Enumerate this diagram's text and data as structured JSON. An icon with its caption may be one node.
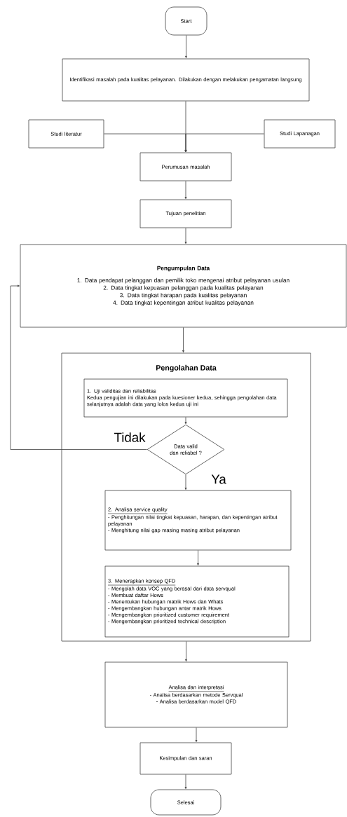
{
  "diagram": {
    "nodes": [
      {
        "text": [
          "Start"
        ]
      },
      {
        "text": [
          "Identifikasi masalah pada kualitas pelayanan. Dilakukan dengan melakukan pengamatan langsung"
        ]
      },
      {
        "text": [
          "Studi literatur"
        ]
      },
      {
        "text": [
          "Studi Lapanagan"
        ]
      },
      {
        "text": [
          "Perumusan masalah"
        ]
      },
      {
        "text": [
          "Tujuan penelitian"
        ]
      },
      {
        "text": [
          "Pengumpulan Data",
          "1. Data pendapat pelanggan dan pemilik toko mengenai atribut pelayanan usulan",
          "2. Data tingkat kepuasan pelanggan pada kualitas pelayanan",
          "3. Data tingkat harapan pada kualitas pelayanan",
          "4. Data tingkat kepentingan atribut kualitas pelayanan"
        ]
      },
      {
        "text": [
          "Pengolahan Data"
        ]
      },
      {
        "text": [
          "1. Uji validitas dan reliabilitas",
          "Kedua pengujian ini dilakukan pada kuesioner kedua, sehingga pengolahan data selanjutnya adalah data yang lolos kedua uji ini"
        ],
        "in": 7
      },
      {
        "text": [
          "Data valid dan reliabel ?"
        ],
        "in": 7
      },
      {
        "text": [
          "2. Analisa service quality",
          "- Penghitungan nilai tingkat kepuasan, harapan, dan kepentingan atribut pelayanan",
          "- Menghitung nilai gap masing masing atribut pelayanan"
        ],
        "in": 7
      },
      {
        "text": [
          "3. Menerapkan konsep QFD",
          "- Mengolah data VOC yang berasal dari data servqual",
          "- Membuat daftar Hows",
          "- Menentukan hubungan matrik Hows dan Whats",
          "- Mengembangkan hubungan antar matrik Hows",
          "- Mengembangkan prioritized customer requirement",
          "- Mengembangkan prioritized technical description"
        ],
        "in": 7
      },
      {
        "text": [
          "Analisa dan interpretasi",
          "- Analisa berdasarkan metode Servqual",
          "- Analisa berdasarkan model QFD"
        ]
      },
      {
        "text": [
          "Kesimpulan dan saran"
        ]
      },
      {
        "text": [
          "Selesai"
        ]
      }
    ],
    "edges": [
      {
        "from": 0,
        "to": 1,
        "arrow": "to"
      },
      {
        "from": 1,
        "to": 4,
        "arrow": "to"
      },
      {
        "from": 2,
        "to": 4,
        "arrow": "to"
      },
      {
        "from": 3,
        "to": 4,
        "arrow": "to"
      },
      {
        "from": 4,
        "to": 5,
        "arrow": "to"
      },
      {
        "from": 5,
        "to": 6,
        "arrow": "to"
      },
      {
        "from": 6,
        "to": 7,
        "arrow": "to"
      },
      {
        "from": 8,
        "to": 9,
        "arrow": "to"
      },
      {
        "from": 9,
        "to": 6,
        "arrow": "to",
        "label": "Tidak"
      },
      {
        "from": 9,
        "to": 10,
        "arrow": "to",
        "label": "Ya"
      },
      {
        "from": 10,
        "to": 11,
        "arrow": "to"
      },
      {
        "from": 7,
        "to": 12,
        "arrow": "to"
      },
      {
        "from": 12,
        "to": 13,
        "arrow": "to"
      },
      {
        "from": 13,
        "to": 14,
        "arrow": "to"
      }
    ]
  }
}
